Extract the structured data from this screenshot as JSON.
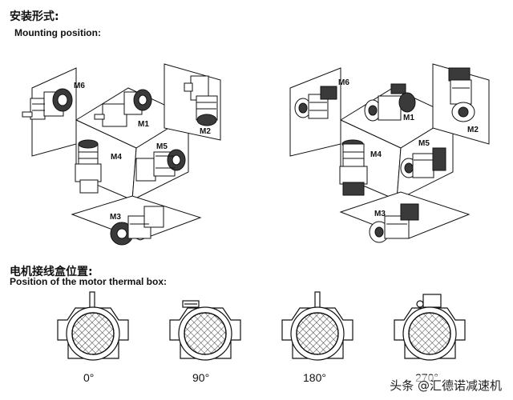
{
  "section1": {
    "title_cn": "安装形式:",
    "title_en": "Mounting position:"
  },
  "section2": {
    "title_cn": "电机接线盒位置:",
    "title_en": "Position of the motor thermal box:"
  },
  "positions_left": [
    "M6",
    "M1",
    "M2",
    "M4",
    "M5",
    "M3"
  ],
  "positions_right": [
    "M6",
    "M1",
    "M2",
    "M4",
    "M5",
    "M3"
  ],
  "angles": [
    "0°",
    "90°",
    "180°",
    "270°"
  ],
  "watermark": "头条 @汇德诺减速机",
  "colors": {
    "line": "#111111",
    "panel": "#ffffff",
    "motor_dark": "#3a3a3a"
  }
}
